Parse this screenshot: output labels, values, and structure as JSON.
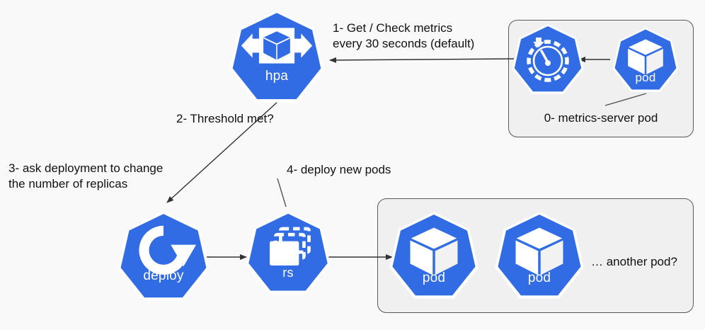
{
  "diagram": {
    "title": "Kubernetes Horizontal Pod Autoscaler flow",
    "background_color": "#f9f9f9",
    "k8s_blue": "#326ce5",
    "group_fill": "#f0f0f0",
    "group_border": "#595959",
    "edge_color": "#404040",
    "text_color": "#111111"
  },
  "nodes": {
    "hpa": {
      "caption": "hpa",
      "icon": "hpa-scale-icon"
    },
    "metrics_server": {
      "caption": "",
      "icon": "metrics-gauge-icon"
    },
    "metrics_pod": {
      "caption": "pod",
      "icon": "pod-cube-icon"
    },
    "deploy": {
      "caption": "deploy",
      "icon": "deployment-refresh-icon"
    },
    "rs": {
      "caption": "rs",
      "icon": "replicaset-stack-icon"
    },
    "pod_a": {
      "caption": "pod",
      "icon": "pod-cube-icon"
    },
    "pod_b": {
      "caption": "pod",
      "icon": "pod-cube-icon"
    }
  },
  "groups": {
    "metrics_server_box": {
      "label": "0- metrics-server pod"
    },
    "pods_box": {
      "label": ""
    }
  },
  "edge_labels": {
    "step1_line1": "1- Get / Check metrics",
    "step1_line2": "every 30 seconds (default)",
    "step2": "2- Threshold met?",
    "step3_line1": "3- ask deployment to change",
    "step3_line2": "the number of replicas",
    "step4": "4- deploy new pods"
  },
  "annotations": {
    "another_pod": "… another pod?"
  }
}
